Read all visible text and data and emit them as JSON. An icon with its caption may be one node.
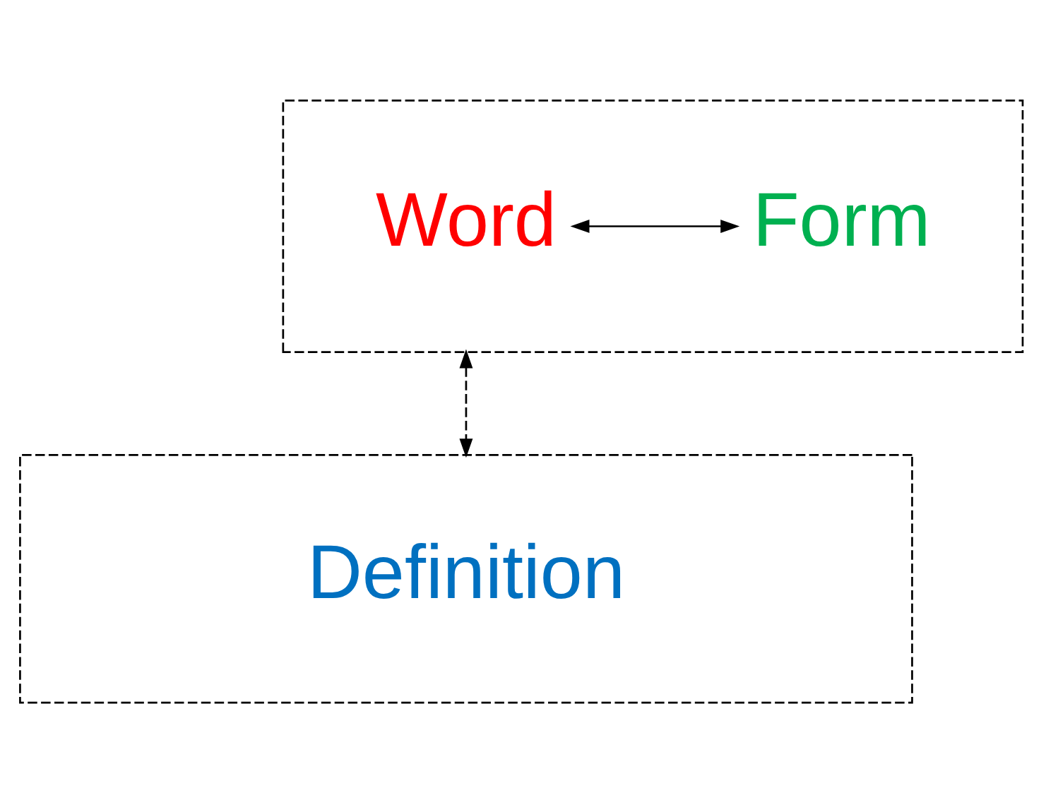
{
  "diagram": {
    "nodes": [
      {
        "text": [],
        "shape": "box"
      },
      {
        "text": [
          "Word"
        ],
        "in": 0
      },
      {
        "text": [
          "Form"
        ],
        "in": 0
      },
      {
        "text": [
          "Definition"
        ]
      }
    ],
    "edges": [
      {
        "from": 1,
        "to": 2,
        "arrow": "both"
      },
      {
        "from": 0,
        "to": 3,
        "arrow": "both",
        "style": "dashed"
      }
    ]
  }
}
